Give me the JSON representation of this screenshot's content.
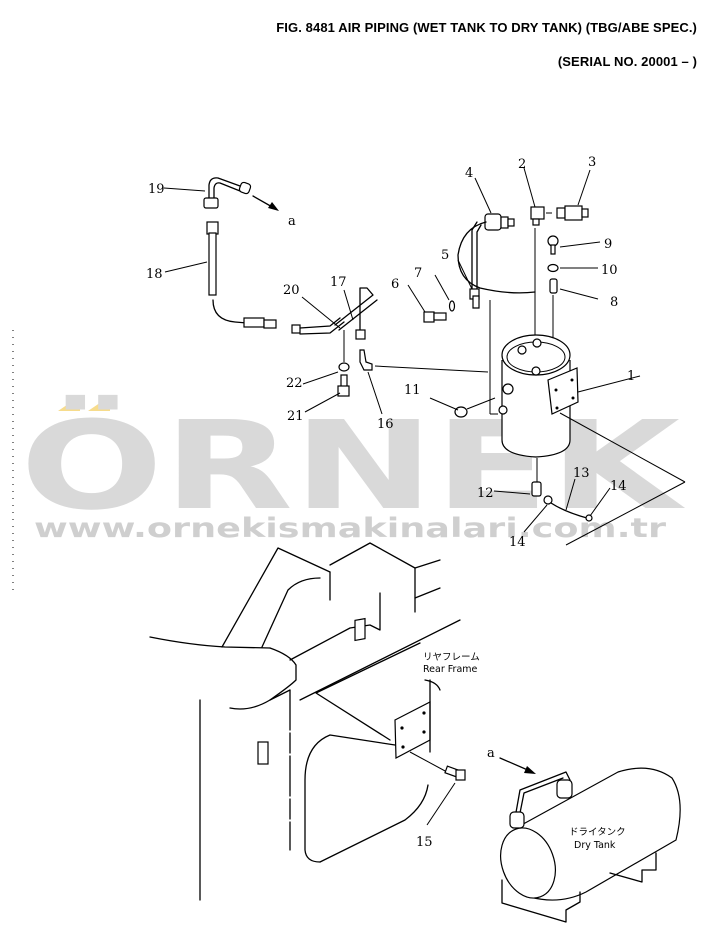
{
  "header": {
    "figure_title": "FIG. 8481  AIR PIPING (WET TANK TO DRY TANK) (TBG/ABE SPEC.)",
    "serial": "(SERIAL NO. 20001 – )"
  },
  "watermark": {
    "brand": "ÖRNEK",
    "url": "www.ornekismakinalari.com.tr",
    "accent_color": "#f7dc8c",
    "text_color": "#d9d9d9"
  },
  "callouts": [
    {
      "id": "1",
      "label": "1"
    },
    {
      "id": "2",
      "label": "2"
    },
    {
      "id": "3",
      "label": "3"
    },
    {
      "id": "4",
      "label": "4"
    },
    {
      "id": "5",
      "label": "5"
    },
    {
      "id": "6",
      "label": "6"
    },
    {
      "id": "7",
      "label": "7"
    },
    {
      "id": "8",
      "label": "8"
    },
    {
      "id": "9",
      "label": "9"
    },
    {
      "id": "10",
      "label": "10"
    },
    {
      "id": "11",
      "label": "11"
    },
    {
      "id": "12",
      "label": "12"
    },
    {
      "id": "13",
      "label": "13"
    },
    {
      "id": "14a",
      "label": "14"
    },
    {
      "id": "14b",
      "label": "14"
    },
    {
      "id": "15",
      "label": "15"
    },
    {
      "id": "16",
      "label": "16"
    },
    {
      "id": "17",
      "label": "17"
    },
    {
      "id": "18",
      "label": "18"
    },
    {
      "id": "19",
      "label": "19"
    },
    {
      "id": "20",
      "label": "20"
    },
    {
      "id": "21",
      "label": "21"
    },
    {
      "id": "22",
      "label": "22"
    }
  ],
  "connection_marks": {
    "top": "a",
    "bottom": "a"
  },
  "labels": {
    "rear_frame_jp": "リヤフレーム",
    "rear_frame_en": "Rear Frame",
    "dry_tank_jp": "ドライタンク",
    "dry_tank_en": "Dry Tank"
  }
}
